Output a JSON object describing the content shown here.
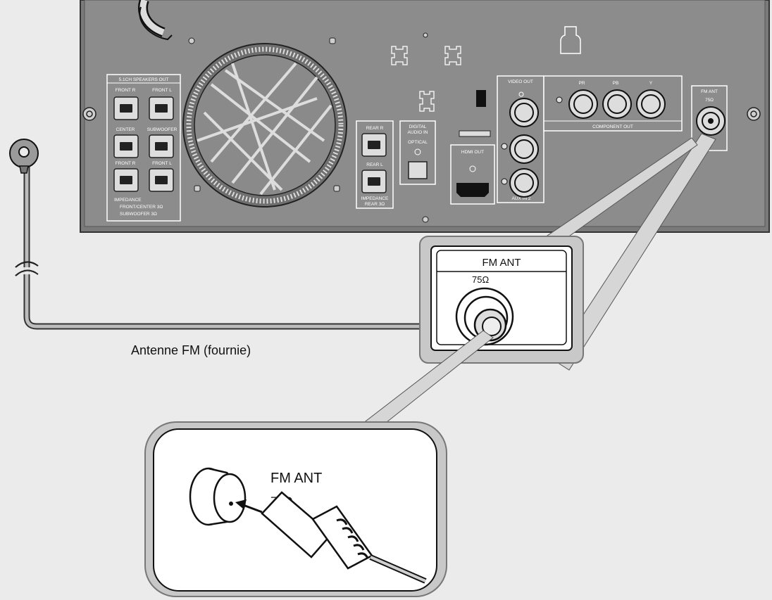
{
  "labels": {
    "antenna_caption": "Antenne FM (fournie)",
    "fm_ant": "FM ANT",
    "ohm": "75Ω",
    "ohm_tiny": "75Ω"
  },
  "panel_labels": {
    "speakers_out": "5.1CH SPEAKERS OUT",
    "front_r": "FRONT R",
    "front_l": "FRONT L",
    "center": "CENTER",
    "subwoofer": "SUBWOOFER",
    "rear_r_left": "FRONT R",
    "rear_l_left": "FRONT L",
    "impedance_left_1": "IMPEDANCE",
    "impedance_left_2": "FRONT/CENTER 3Ω",
    "impedance_left_3": "SUBWOOFER 3Ω",
    "rear_r": "REAR R",
    "rear_l": "REAR L",
    "impedance_rear_1": "IMPEDANCE",
    "impedance_rear_2": "REAR 3Ω",
    "digital_1": "DIGITAL",
    "digital_2": "AUDIO IN",
    "optical": "OPTICAL",
    "hdmi_out": "HDMI OUT",
    "video_out": "VIDEO OUT",
    "aux_in": "AUX IN 2",
    "pr": "PR",
    "pb": "PB",
    "y": "Y",
    "component_out": "COMPONENT OUT",
    "fm_ant_small": "FM ANT"
  }
}
